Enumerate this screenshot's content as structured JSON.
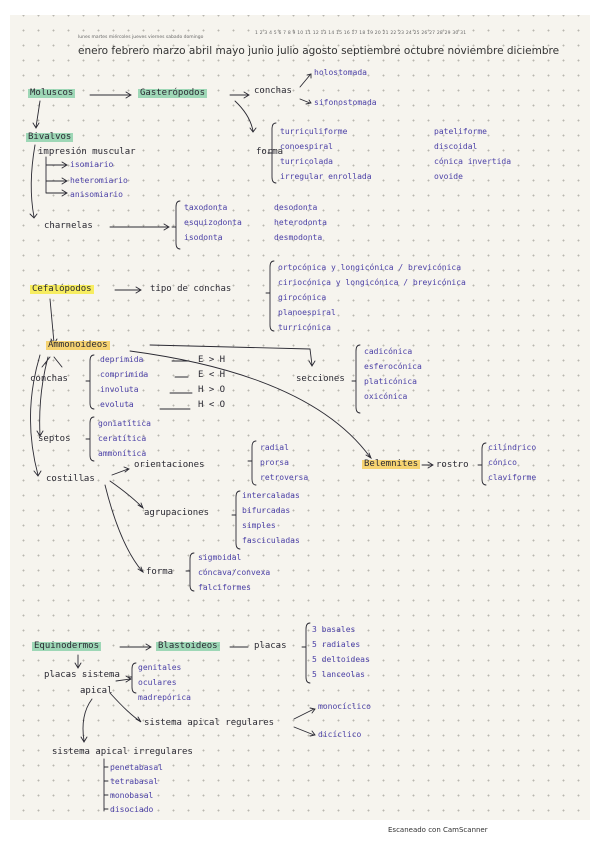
{
  "header": {
    "weekdays": "lunes  martes  miércoles  jueves  viernes  sabado  domingo",
    "days": "1 2 3 4 5 6 7 8 9 10 11 12 13 14 15 16 17 18 19 20 21 22 23 24 25 26 27 28 29 30 31",
    "months": "enero febrero marzo abril mayo junio julio agosto septiembre octubre noviembre diciembre"
  },
  "moluscos": {
    "title": "Moluscos",
    "gasteropodos": "Gasterópodos",
    "conchas": "conchas",
    "conchas_tipos": [
      "holostomada",
      "sifonostomada"
    ],
    "forma_label": "forma",
    "formas_col1": [
      "turriculiforme",
      "conoespiral",
      "turricolada",
      "irregular enrollada"
    ],
    "formas_col2": [
      "pateliforme",
      "discoidal",
      "cónica invertida",
      "ovoide"
    ]
  },
  "bivalvos": {
    "title": "Bivalvos",
    "impresion": "impresión muscular",
    "impresion_tipos": [
      "isomiario",
      "heteromiario",
      "anisomiario"
    ],
    "charnelas": "charnelas",
    "charnelas_col1": [
      "taxodonta",
      "esquizodonta",
      "isodonta"
    ],
    "charnelas_col2": [
      "desodonta",
      "heterodonta",
      "desmodonta"
    ]
  },
  "cefalopodos": {
    "title": "Cefalópodos",
    "tipo_conchas": "tipo de conchas",
    "tipos": [
      "ortocónica y longicónica / brevicónica",
      "ciriocónica y longicónica / brevicónica",
      "girocónica",
      "planoespiral",
      "turricónica"
    ]
  },
  "ammonoideos": {
    "title": "Ammonoideos",
    "conchas": "conchas",
    "conchas_tipos": [
      "deprimida",
      "comprimida",
      "involuta",
      "evoluta"
    ],
    "conchas_rel": [
      "E > H",
      "E < H",
      "H > O",
      "H < O"
    ],
    "septos": "septos",
    "septos_tipos": [
      "goniatítica",
      "ceratítica",
      "ammonítica"
    ],
    "secciones": "secciones",
    "secciones_tipos": [
      "cadicónica",
      "esferocónica",
      "platicónica",
      "oxicónica"
    ],
    "costillas": "costillas",
    "orientaciones": "orientaciones",
    "orientaciones_tipos": [
      "radial",
      "prorsa",
      "retroversa"
    ],
    "agrupaciones": "agrupaciones",
    "agrupaciones_tipos": [
      "intercaladas",
      "bifurcadas",
      "simples",
      "fasciculadas"
    ],
    "forma": "forma",
    "forma_tipos": [
      "sigmoidal",
      "cóncava/convexa",
      "falciformes"
    ]
  },
  "belemnites": {
    "title": "Belemnites",
    "rostro": "rostro",
    "rostro_tipos": [
      "cilíndrico",
      "cónico",
      "claviforme"
    ]
  },
  "equinodermos": {
    "title": "Equinodermos",
    "blastoideos": "Blastoideos",
    "placas": "placas",
    "placas_tipos": [
      "3 basales",
      "5 radiales",
      "5 deltoideas",
      "5 lanceolas"
    ],
    "placas_sistema": "placas sistema",
    "apical": "apical",
    "apical_tipos": [
      "genitales",
      "oculares",
      "madrepórica"
    ],
    "sistema_regulares": "sistema apical regulares",
    "regulares_tipos": [
      "monocíclico",
      "dicíclico"
    ],
    "sistema_irregulares": "sistema apical irregulares",
    "irregulares_tipos": [
      "penetabasal",
      "tetrabasal",
      "monobasal",
      "disociado"
    ]
  },
  "footer": "Escaneado con CamScanner"
}
